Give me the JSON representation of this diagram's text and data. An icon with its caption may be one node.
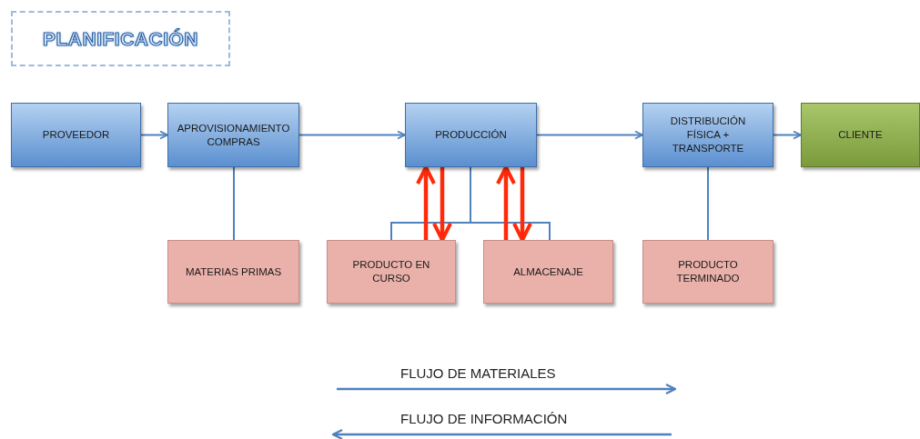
{
  "diagram": {
    "nodes": [
      {
        "text": [
          "PLANIFICACIÓN"
        ]
      },
      {
        "text": [
          "PROVEEDOR"
        ]
      },
      {
        "text": [
          "APROVISIONAMIENTO COMPRAS"
        ]
      },
      {
        "text": [
          "PRODUCCIÓN"
        ]
      },
      {
        "text": [
          "DISTRIBUCIÓN FÍSICA + TRANSPORTE"
        ]
      },
      {
        "text": [
          "CLIENTE"
        ]
      },
      {
        "text": [
          "MATERIAS PRIMAS"
        ]
      },
      {
        "text": [
          "PRODUCTO EN CURSO"
        ]
      },
      {
        "text": [
          "ALMACENAJE"
        ]
      },
      {
        "text": [
          "PRODUCTO TERMINADO"
        ]
      }
    ],
    "edges": [
      {
        "from": 1,
        "to": 2,
        "arrow": "to"
      },
      {
        "from": 2,
        "to": 3,
        "arrow": "to"
      },
      {
        "from": 3,
        "to": 4,
        "arrow": "to"
      },
      {
        "from": 4,
        "to": 5,
        "arrow": "to"
      },
      {
        "from": 2,
        "to": 6,
        "arrow": "none"
      },
      {
        "from": 3,
        "to": 7,
        "arrow": "none"
      },
      {
        "from": 3,
        "to": 8,
        "arrow": "none"
      },
      {
        "from": 4,
        "to": 9,
        "arrow": "none"
      },
      {
        "from": 7,
        "to": 3,
        "arrow": "to",
        "style": "thick",
        "color": "#ff2a0a"
      },
      {
        "from": 3,
        "to": 7,
        "arrow": "to",
        "style": "thick",
        "color": "#ff2a0a"
      },
      {
        "from": 8,
        "to": 3,
        "arrow": "to",
        "style": "thick",
        "color": "#ff2a0a"
      },
      {
        "from": 3,
        "to": 8,
        "arrow": "to",
        "style": "thick",
        "color": "#ff2a0a"
      }
    ],
    "legend": [
      {
        "text": "FLUJO DE MATERIALES"
      },
      {
        "text": "FLUJO DE INFORMACIÓN"
      }
    ]
  }
}
